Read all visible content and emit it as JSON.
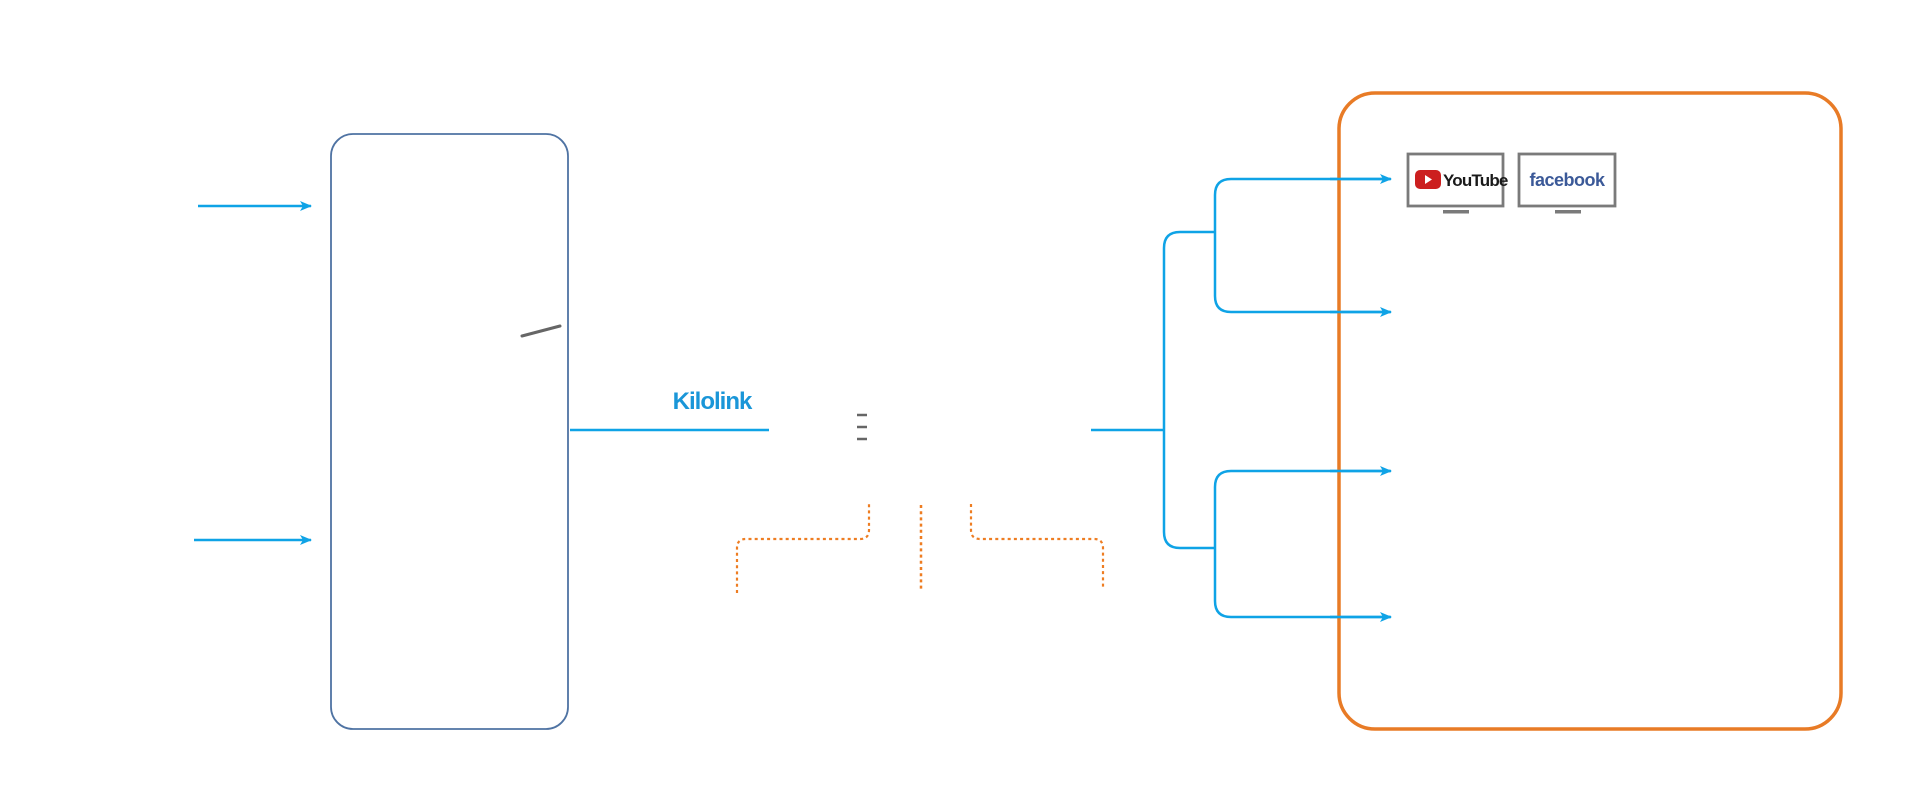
{
  "diagram": {
    "link_label": "Kilolink",
    "destinations": [
      {
        "name": "YouTube",
        "label": "YouTube",
        "icon": "youtube-play-icon"
      },
      {
        "name": "Facebook",
        "label": "facebook",
        "icon": "facebook-logo"
      }
    ],
    "colors": {
      "flow_line": "#0fa3e6",
      "source_box": "#4f73a3",
      "destination_box": "#e87b26",
      "dotted_path": "#ee7d22",
      "monitor_frame": "#7a7a7a",
      "kilolink_text": "#1a96d8",
      "youtube_red": "#cc1f1f",
      "facebook_blue": "#3b5998",
      "mark_gray": "#666666"
    }
  }
}
